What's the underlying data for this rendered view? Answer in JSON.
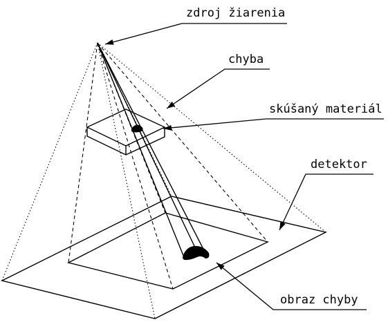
{
  "labels": {
    "source": "zdroj žiarenia",
    "defect": "chyba",
    "material": "skúšaný materiál",
    "detector": "detektor",
    "defect_image": "obraz chyby"
  },
  "colors": {
    "line": "#000000",
    "background": "#ffffff"
  }
}
